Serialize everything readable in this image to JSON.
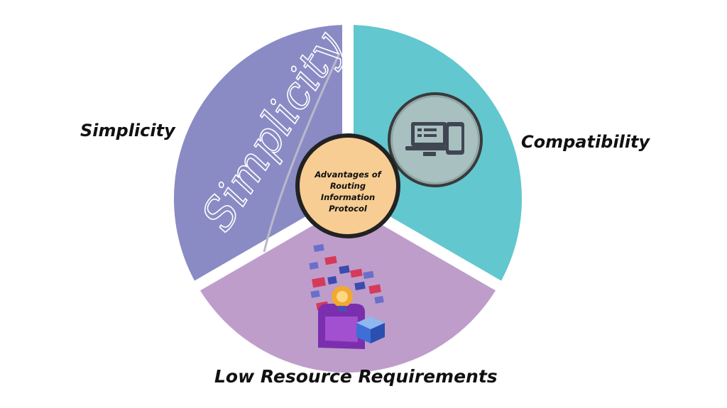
{
  "diagram": {
    "center": {
      "lines": [
        "Advantages of",
        "Routing Information",
        "Protocol"
      ]
    },
    "segments": [
      {
        "id": "simplicity",
        "label": "Simplicity",
        "illustration_text": "Simplicity",
        "color": "#8A8BC4"
      },
      {
        "id": "compatibility",
        "label": "Compatibility",
        "color": "#62C7CE",
        "icon": "devices-icon"
      },
      {
        "id": "low_resource",
        "label": "Low Resource Requirements",
        "color": "#BE9DCB",
        "icon": "person-idea-icon"
      }
    ],
    "colors": {
      "center_fill": "#F7CD93",
      "center_ring": "#222222",
      "separator": "#ffffff"
    }
  }
}
